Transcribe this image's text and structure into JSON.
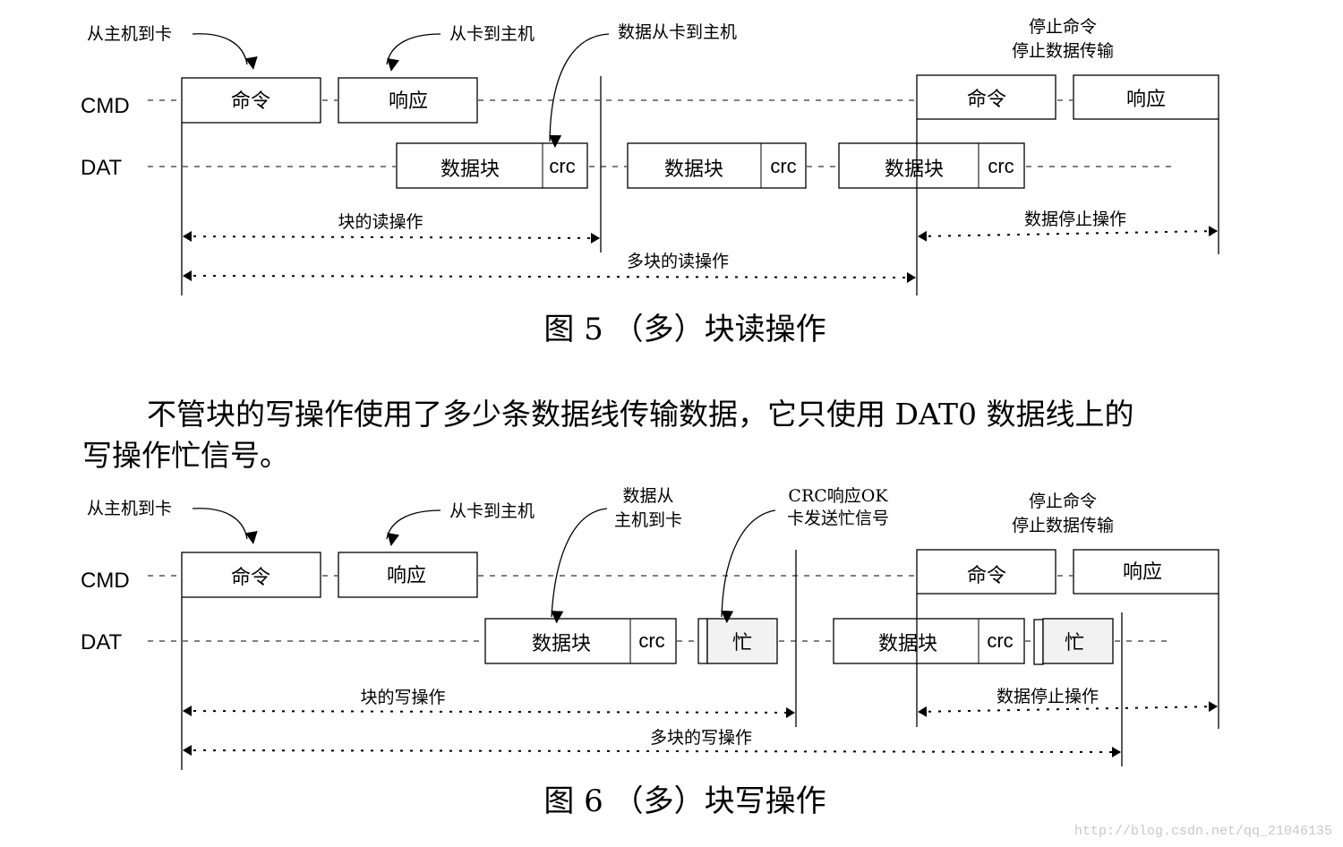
{
  "figure5": {
    "signals": {
      "cmd": "CMD",
      "dat": "DAT"
    },
    "annotations": {
      "host_to_card": "从主机到卡",
      "card_to_host": "从卡到主机",
      "data_card_to_host": "数据从卡到主机",
      "stop_cmd_line1": "停止命令",
      "stop_cmd_line2": "停止数据传输"
    },
    "cmd_boxes": [
      "命令",
      "响应",
      "命令",
      "响应"
    ],
    "data_blocks": [
      {
        "label": "数据块",
        "crc": "crc"
      },
      {
        "label": "数据块",
        "crc": "crc"
      },
      {
        "label": "数据块",
        "crc": "crc"
      }
    ],
    "spans": {
      "block_read": "块的读操作",
      "multi_block_read": "多块的读操作",
      "data_stop": "数据停止操作"
    },
    "caption": "图 5 （多）块读操作"
  },
  "paragraph": {
    "line1": "不管块的写操作使用了多少条数据线传输数据，它只使用 DAT0 数据线上的",
    "line2": "写操作忙信号。"
  },
  "figure6": {
    "signals": {
      "cmd": "CMD",
      "dat": "DAT"
    },
    "annotations": {
      "host_to_card": "从主机到卡",
      "card_to_host": "从卡到主机",
      "data_host_to_card_line1": "数据从",
      "data_host_to_card_line2": "主机到卡",
      "crc_ok_line1": "CRC响应OK",
      "crc_ok_line2": "卡发送忙信号",
      "stop_cmd_line1": "停止命令",
      "stop_cmd_line2": "停止数据传输"
    },
    "cmd_boxes": [
      "命令",
      "响应",
      "命令",
      "响应"
    ],
    "data_blocks": [
      {
        "label": "数据块",
        "crc": "crc"
      },
      {
        "label": "数据块",
        "crc": "crc"
      }
    ],
    "busy_label": "忙",
    "spans": {
      "block_write": "块的写操作",
      "multi_block_write": "多块的写操作",
      "data_stop": "数据停止操作"
    },
    "caption": "图 6 （多）块写操作"
  },
  "watermark": "http://blog.csdn.net/qq_21046135",
  "colors": {
    "line": "#000000",
    "busy_fill": "#f2f2f2",
    "watermark": "#c8c8c8"
  }
}
